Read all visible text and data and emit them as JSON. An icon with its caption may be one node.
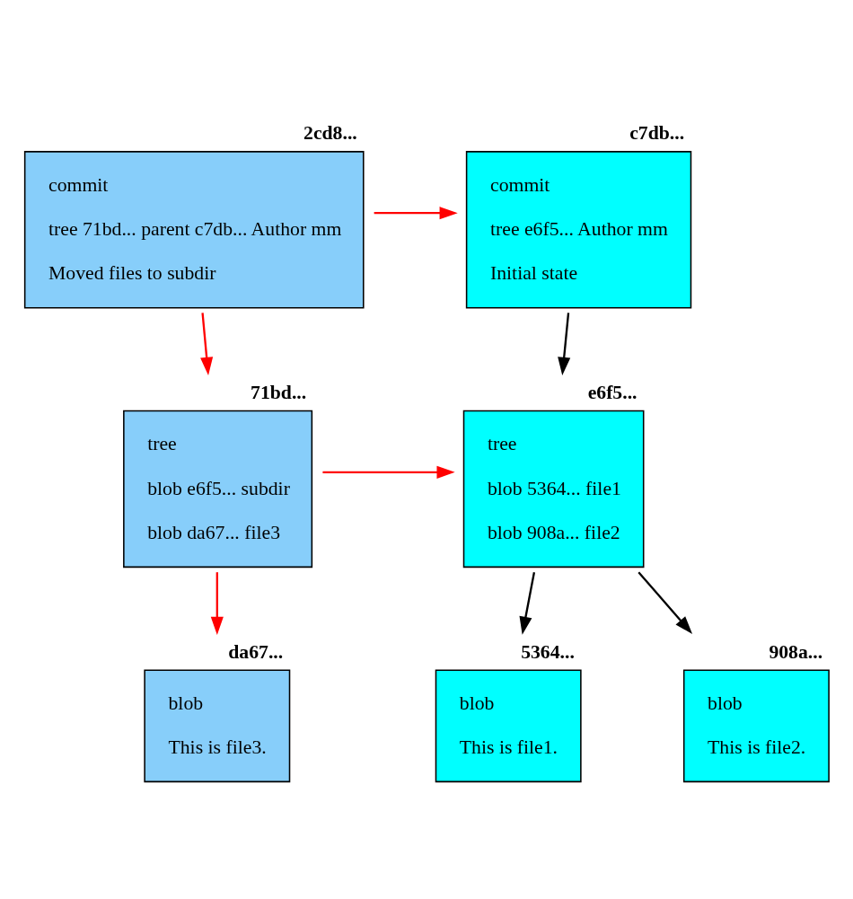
{
  "diagram": {
    "nodes": [
      {
        "text": [
          "2cd8...",
          "commit",
          "tree 71bd... parent c7db... Author mm",
          "Moved files to subdir"
        ]
      },
      {
        "text": [
          "c7db...",
          "commit",
          "tree e6f5... Author mm",
          "Initial state"
        ]
      },
      {
        "text": [
          "e6f5...",
          "tree",
          "blob 5364... file1",
          "blob 908a... file2"
        ]
      },
      {
        "text": [
          "71bd...",
          "tree",
          "blob e6f5... subdir",
          "blob da67... file3"
        ]
      },
      {
        "text": [
          "5364...",
          "blob",
          "This is file1."
        ]
      },
      {
        "text": [
          "908a...",
          "blob",
          "This is file2."
        ]
      },
      {
        "text": [
          "da67...",
          "blob",
          "This is file3."
        ]
      }
    ],
    "edges": [
      {
        "from": 0,
        "to": 1,
        "arrow": "to",
        "color": "#ff0000"
      },
      {
        "from": 0,
        "to": 3,
        "arrow": "to",
        "color": "#ff0000"
      },
      {
        "from": 1,
        "to": 2,
        "arrow": "to",
        "color": "#000000"
      },
      {
        "from": 3,
        "to": 2,
        "arrow": "to",
        "color": "#ff0000"
      },
      {
        "from": 2,
        "to": 4,
        "arrow": "to",
        "color": "#000000"
      },
      {
        "from": 2,
        "to": 5,
        "arrow": "to",
        "color": "#000000"
      },
      {
        "from": 3,
        "to": 6,
        "arrow": "to",
        "color": "#ff0000"
      }
    ]
  }
}
